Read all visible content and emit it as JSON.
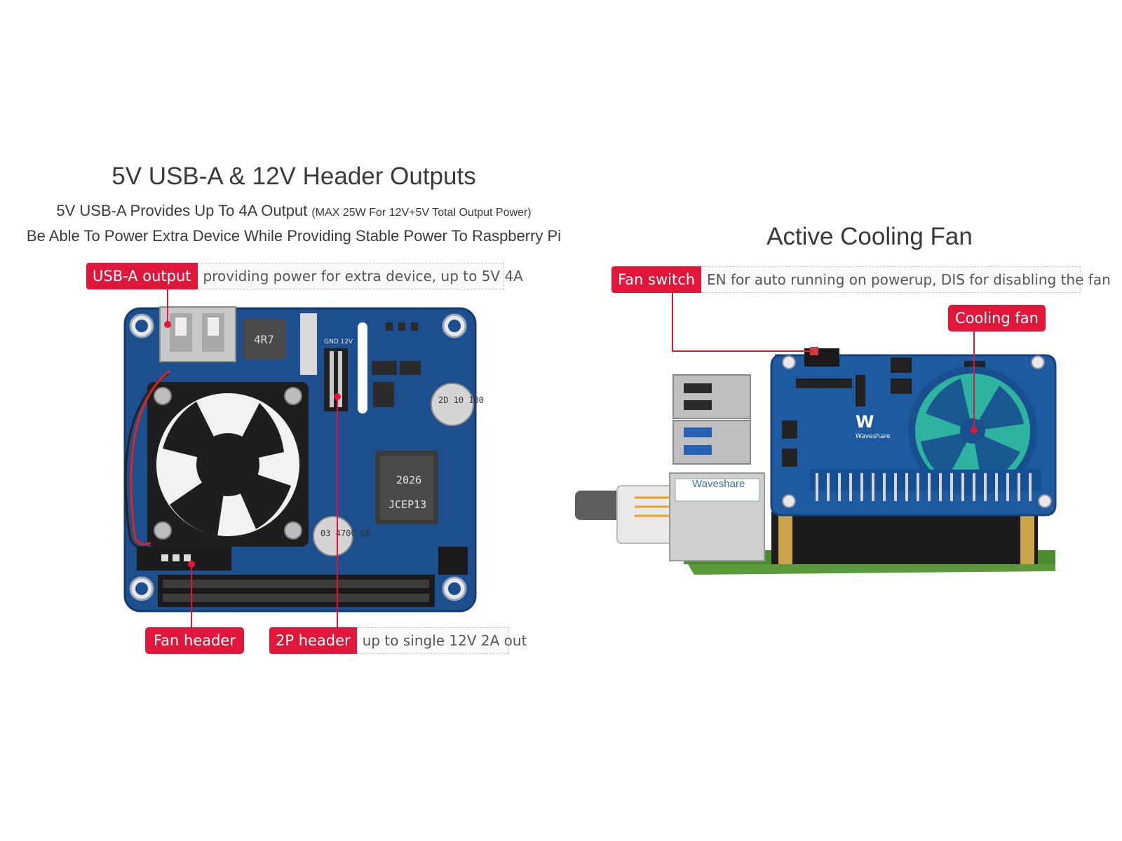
{
  "left": {
    "title": "5V USB-A & 12V Header Outputs",
    "subtitle_main": "5V USB-A Provides Up To 4A Output",
    "subtitle_note": "(MAX 25W For 12V+5V Total Output Power)",
    "subtitle_line2": "Be Able To Power Extra Device While Providing Stable Power To Raspberry Pi",
    "callouts": {
      "usb_tag": "USB-A output",
      "usb_desc": "providing power for extra device, up to 5V 4A",
      "fan_header_tag": "Fan header",
      "two_p_tag": "2P header",
      "two_p_desc": "up to single 12V 2A out"
    },
    "board_text": {
      "gnd": "GND 12V",
      "inductor": "4R7",
      "cap1": "2D 10 100c",
      "transformer_top": "2026",
      "transformer_bottom": "JCEP13",
      "cap2": "03 470C UD"
    }
  },
  "right": {
    "title": "Active Cooling Fan",
    "callouts": {
      "fan_switch_tag": "Fan switch",
      "fan_switch_desc": "EN for auto running on powerup, DIS for disabling the fan",
      "cooling_fan_tag": "Cooling fan"
    },
    "board_text": {
      "brand": "Waveshare",
      "label": "Waveshare"
    }
  },
  "colors": {
    "accent": "#e0173b",
    "pcb": "#1d4f8e",
    "fan_glow": "#34c4a4"
  }
}
